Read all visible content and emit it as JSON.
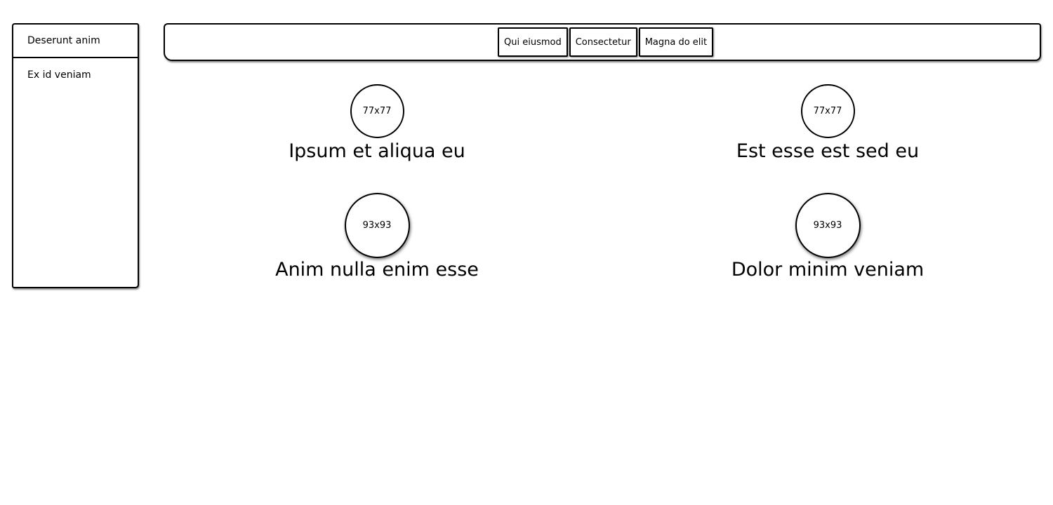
{
  "sidebar": {
    "items": [
      {
        "label": "Deserunt anim"
      },
      {
        "label": "Ex id veniam"
      }
    ]
  },
  "topbar": {
    "buttons": [
      {
        "label": "Qui eiusmod"
      },
      {
        "label": "Consectetur"
      },
      {
        "label": "Magna do elit"
      }
    ]
  },
  "cards": [
    {
      "image_label": "77x77",
      "title": "Ipsum et aliqua eu"
    },
    {
      "image_label": "77x77",
      "title": "Est esse est sed eu"
    },
    {
      "image_label": "93x93",
      "title": "Anim nulla enim esse"
    },
    {
      "image_label": "93x93",
      "title": "Dolor minim veniam"
    }
  ]
}
